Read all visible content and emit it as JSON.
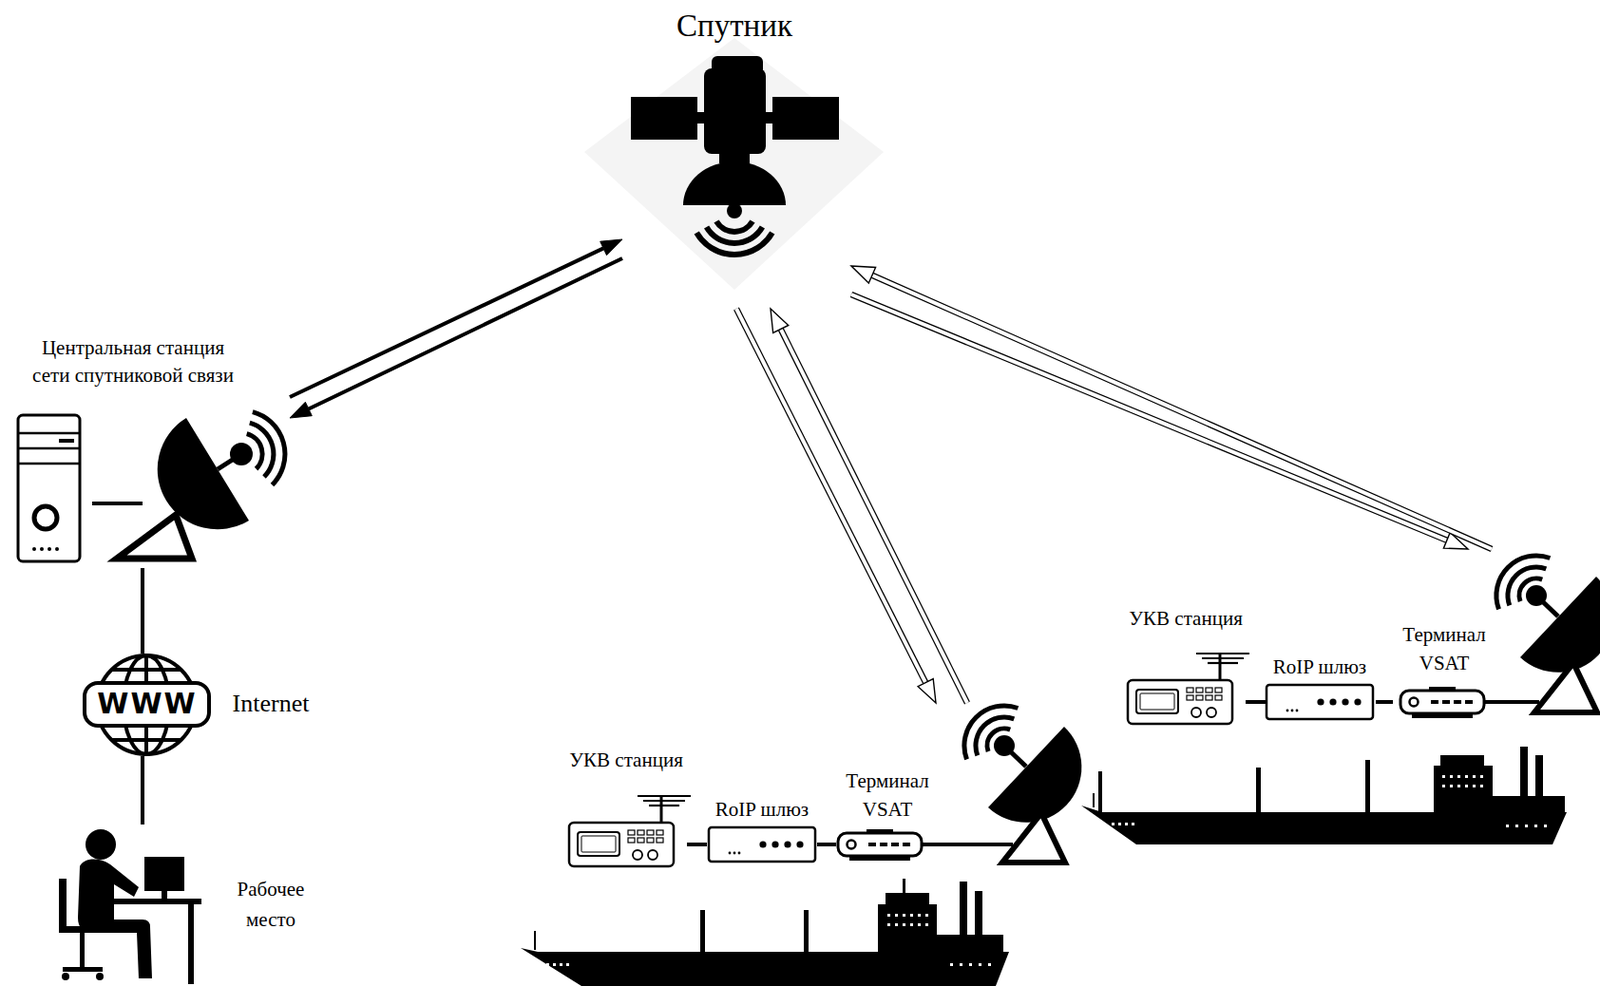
{
  "diagram": {
    "nodes": [
      {
        "text": [
          "Спутник"
        ]
      },
      {
        "text": [
          "Центральная станция сети спутниковой связи"
        ]
      },
      {
        "text": [
          "WWW",
          "Internet"
        ]
      },
      {
        "text": [
          "Рабочее место"
        ]
      },
      {
        "text": [
          "УКВ станция"
        ]
      },
      {
        "text": [
          "RoIP шлюз"
        ]
      },
      {
        "text": [
          "Терминал VSAT"
        ]
      },
      {
        "text": [
          "УКВ станция"
        ]
      },
      {
        "text": [
          "RoIP шлюз"
        ]
      },
      {
        "text": [
          "Терминал VSAT"
        ]
      }
    ],
    "edges": [
      {
        "from": 1,
        "to": 0,
        "arrow": "to"
      },
      {
        "from": 0,
        "to": 1,
        "arrow": "to"
      },
      {
        "from": 1,
        "to": 2,
        "arrow": "none"
      },
      {
        "from": 2,
        "to": 3,
        "arrow": "none"
      },
      {
        "from": 0,
        "to": 6,
        "arrow": "to"
      },
      {
        "from": 6,
        "to": 0,
        "arrow": "to"
      },
      {
        "from": 0,
        "to": 9,
        "arrow": "to"
      },
      {
        "from": 9,
        "to": 0,
        "arrow": "to"
      },
      {
        "from": 4,
        "to": 5,
        "arrow": "none"
      },
      {
        "from": 5,
        "to": 6,
        "arrow": "none"
      },
      {
        "from": 7,
        "to": 8,
        "arrow": "none"
      },
      {
        "from": 8,
        "to": 9,
        "arrow": "none"
      }
    ]
  }
}
